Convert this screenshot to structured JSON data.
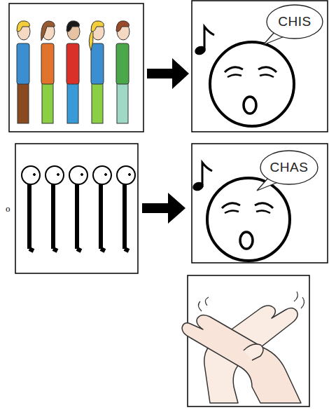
{
  "diagram": {
    "nodes": [
      {
        "text": [
          "CHIS"
        ]
      },
      {
        "text": [
          "CHAS"
        ]
      }
    ],
    "labels": [
      "o"
    ]
  }
}
